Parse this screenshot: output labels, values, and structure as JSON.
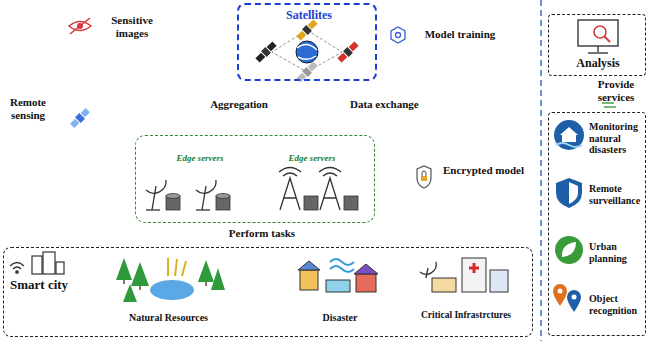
{
  "diagram": {
    "nodes": [
      {
        "text": [
          "Satellites"
        ]
      },
      {
        "text": [
          "Analysis"
        ]
      },
      {
        "text": [
          "Monitoring natural disasters",
          "Remote surveillance",
          "Urban planning",
          "Object recognition"
        ]
      },
      {
        "text": []
      },
      {
        "text": [
          "Edge servers"
        ],
        "in": 3
      },
      {
        "text": [
          "Edge servers"
        ],
        "in": 3
      },
      {
        "text": [
          "Smart city"
        ]
      },
      {
        "text": [
          "Natural Resources"
        ],
        "in": 6
      },
      {
        "text": [
          "Disaster"
        ],
        "in": 6
      },
      {
        "text": [
          "Critical Infrastrctures"
        ],
        "in": 6
      }
    ],
    "edges": [
      {
        "from": 6,
        "to": 0,
        "arrow": "to",
        "label": "Remote sensing"
      },
      {
        "from": 0,
        "to": 1,
        "arrow": "to",
        "label": "Model training"
      },
      {
        "from": 1,
        "to": 2,
        "arrow": "to",
        "label": "Provide services"
      },
      {
        "from": 2,
        "to": 3,
        "arrow": "to",
        "label": "Encrypted model"
      },
      {
        "from": 0,
        "to": 3,
        "arrow": "both",
        "label": "Aggregation"
      },
      {
        "from": 0,
        "to": 3,
        "arrow": "both",
        "label": "Data exchange"
      },
      {
        "from": 3,
        "to": 6,
        "arrow": "both",
        "label": "Perform tasks"
      },
      {
        "from": 3,
        "to": 6,
        "arrow": "both"
      }
    ],
    "labels": [
      "Sensitive images"
    ]
  }
}
